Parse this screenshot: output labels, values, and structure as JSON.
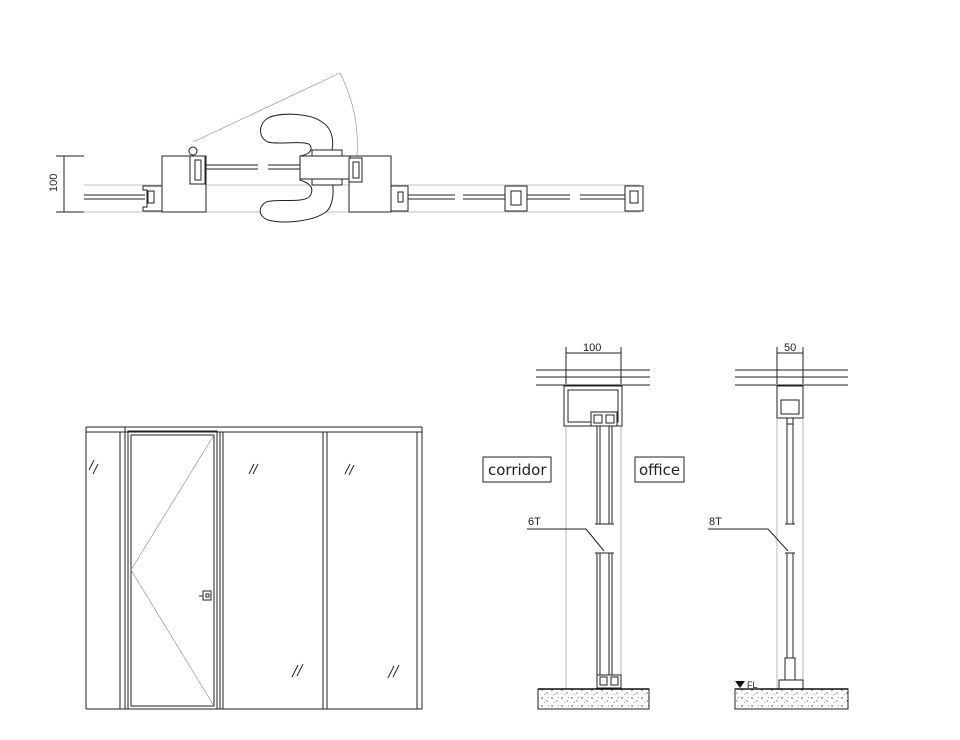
{
  "plan": {
    "dim_height": "100"
  },
  "section_left": {
    "dim_width": "100",
    "glass_label": "6T",
    "room_left": "corridor",
    "room_right": "office"
  },
  "section_right": {
    "dim_width": "50",
    "glass_label": "8T",
    "level_label": "FL"
  }
}
